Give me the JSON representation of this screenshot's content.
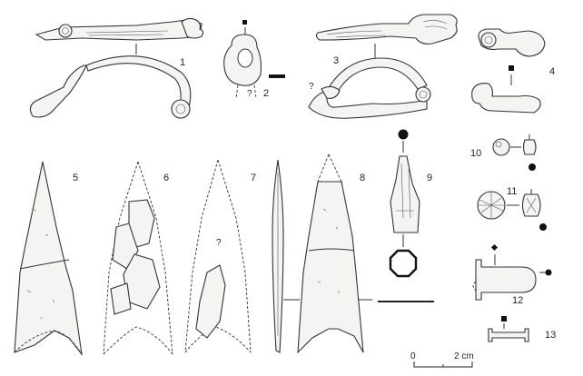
{
  "figure_numbers": [
    "1",
    "2",
    "3",
    "4",
    "5",
    "6",
    "7",
    "8",
    "9",
    "10",
    "11",
    "12",
    "13"
  ],
  "uncertain_marks": [
    "?",
    "?",
    "?"
  ],
  "scale": {
    "zero_label": "0",
    "length_label": "2 cm"
  },
  "colors": {
    "ink": "#333333",
    "fill": "#f4f4f2",
    "background": "#ffffff"
  }
}
